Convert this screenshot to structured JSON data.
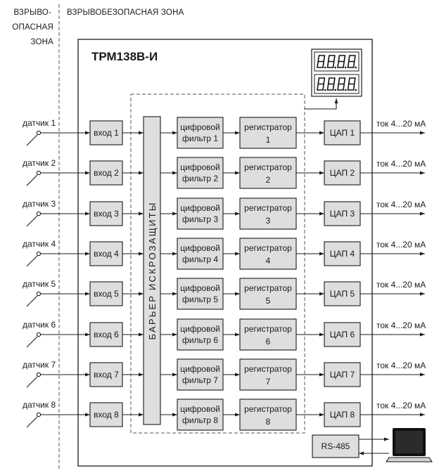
{
  "zones": {
    "hazardous_lines": [
      "ВЗРЫВО-",
      "ОПАСНАЯ",
      "ЗОНА"
    ],
    "safe": "ВЗРЫВОБЕЗОПАСНАЯ ЗОНА"
  },
  "device": {
    "title": "ТРМ138В-И",
    "display_digits": "8.8.8.8",
    "barrier_label": "БАРЬЕР ИСКРОЗАЩИТЫ",
    "interface_label": "RS-485"
  },
  "channels": [
    {
      "sensor": "датчик 1",
      "input": "вход 1",
      "filter": [
        "цифровой",
        "фильтр 1"
      ],
      "recorder": [
        "регистратор",
        "1"
      ],
      "dac": "ЦАП 1",
      "output": "ток 4...20 мА"
    },
    {
      "sensor": "датчик 2",
      "input": "вход 2",
      "filter": [
        "цифровой",
        "фильтр 2"
      ],
      "recorder": [
        "регистратор",
        "2"
      ],
      "dac": "ЦАП 2",
      "output": "ток 4...20 мА"
    },
    {
      "sensor": "датчик 3",
      "input": "вход 3",
      "filter": [
        "цифровой",
        "фильтр 3"
      ],
      "recorder": [
        "регистратор",
        "3"
      ],
      "dac": "ЦАП 3",
      "output": "ток 4...20 мА"
    },
    {
      "sensor": "датчик 4",
      "input": "вход 4",
      "filter": [
        "цифровой",
        "фильтр 4"
      ],
      "recorder": [
        "регистратор",
        "4"
      ],
      "dac": "ЦАП 4",
      "output": "ток 4...20 мА"
    },
    {
      "sensor": "датчик 5",
      "input": "вход 5",
      "filter": [
        "цифровой",
        "фильтр 5"
      ],
      "recorder": [
        "регистратор",
        "5"
      ],
      "dac": "ЦАП 5",
      "output": "ток 4...20 мА"
    },
    {
      "sensor": "датчик 6",
      "input": "вход 6",
      "filter": [
        "цифровой",
        "фильтр 6"
      ],
      "recorder": [
        "регистратор",
        "6"
      ],
      "dac": "ЦАП 6",
      "output": "ток 4...20 мА"
    },
    {
      "sensor": "датчик 7",
      "input": "вход 7",
      "filter": [
        "цифровой",
        "фильтр 7"
      ],
      "recorder": [
        "регистратор",
        "7"
      ],
      "dac": "ЦАП 7",
      "output": "ток 4...20 мА"
    },
    {
      "sensor": "датчик 8",
      "input": "вход 8",
      "filter": [
        "цифровой",
        "фильтр 8"
      ],
      "recorder": [
        "регистратор",
        "8"
      ],
      "dac": "ЦАП 8",
      "output": "ток 4...20 мА"
    }
  ],
  "icons": {
    "sensor": "sensor-symbol-icon",
    "pc": "laptop-icon",
    "display": "seven-segment-display-icon"
  }
}
